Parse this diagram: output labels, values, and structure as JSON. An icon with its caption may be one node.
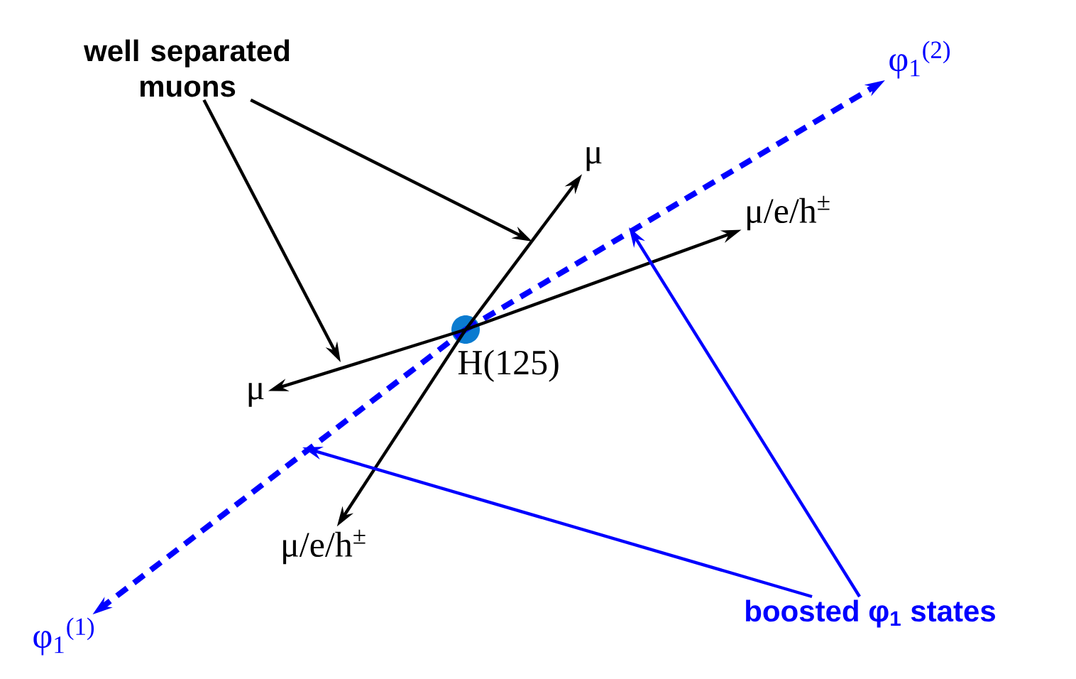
{
  "diagram": {
    "nodes": [
      {
        "text": [],
        "shape": "circle",
        "beside": [
          "H(125)"
        ]
      },
      {
        "text": [
          "φ$_{1}$$^{(2)}$"
        ]
      },
      {
        "text": [
          "φ$_{1}$$^{(1)}$"
        ]
      },
      {
        "text": [
          "μ"
        ]
      },
      {
        "text": [
          "μ/e/h$^{±}$"
        ]
      },
      {
        "text": [
          "μ"
        ]
      },
      {
        "text": [
          "μ/e/h$^{±}$"
        ]
      },
      {
        "text": [
          "well separated muons"
        ]
      },
      {
        "text": [
          "boosted φ$_{1}$ states"
        ]
      }
    ],
    "edges": [
      {
        "from": 0,
        "to": 1,
        "arrow": "to",
        "style": "dashed",
        "color": "#0000ff"
      },
      {
        "from": 0,
        "to": 2,
        "arrow": "to",
        "style": "dashed",
        "color": "#0000ff"
      },
      {
        "from": 0,
        "to": 3,
        "arrow": "to"
      },
      {
        "from": 0,
        "to": 4,
        "arrow": "to"
      },
      {
        "from": 0,
        "to": 5,
        "arrow": "to"
      },
      {
        "from": 0,
        "to": 6,
        "arrow": "to"
      },
      {
        "from": 7,
        "to": null,
        "arrow": "to"
      },
      {
        "from": 7,
        "to": null,
        "arrow": "to"
      },
      {
        "from": 8,
        "to": null,
        "arrow": "to",
        "color": "#0000ff"
      },
      {
        "from": 8,
        "to": null,
        "arrow": "to",
        "color": "#0000ff"
      }
    ]
  }
}
